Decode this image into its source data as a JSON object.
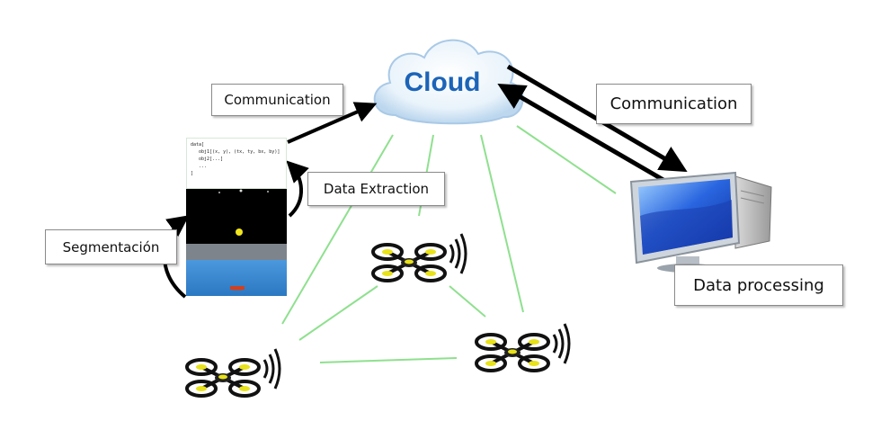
{
  "cloud": {
    "label": "Cloud"
  },
  "labels": {
    "communication_left": "Communication",
    "communication_right": "Communication",
    "data_extraction": "Data Extraction",
    "segmentacion": "Segmentación",
    "data_processing": "Data processing"
  },
  "code_panel": {
    "lines": [
      "data[",
      "   obj1[(x, y), (tx, ty, bx, by)]",
      "   obj2[...]",
      "   ...",
      "]"
    ]
  },
  "colors": {
    "link_green": "#8fe08f",
    "cloud_text": "#1c64b8",
    "drone_yellow": "#e8e21a",
    "arrow": "#000000",
    "pool_blue": "#3a8fd0",
    "monitor_blue": "#2a66e0"
  },
  "icons": [
    "cloud-icon",
    "drone-icon",
    "computer-icon",
    "wifi-signal-icon",
    "camera-frame-image"
  ]
}
